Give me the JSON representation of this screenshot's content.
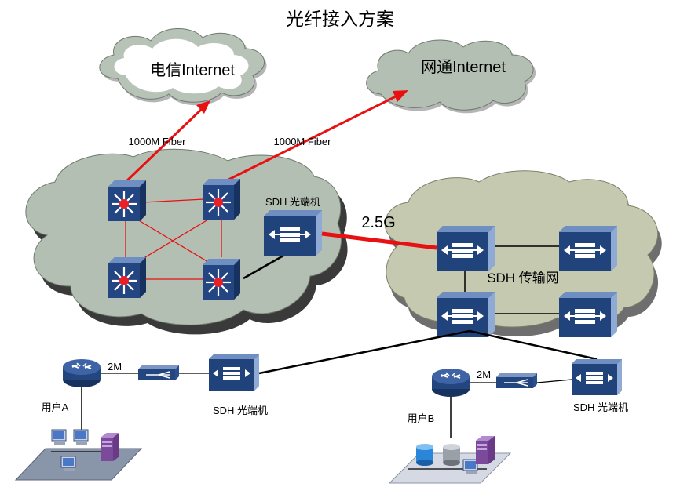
{
  "title": "光纤接入方案",
  "clouds": {
    "telecom": "电信Internet",
    "netcom": "网通Internet"
  },
  "links": {
    "fiber_left": "1000M Fiber",
    "fiber_right": "1000M Fiber",
    "sdh_link": "2.5G",
    "user_a_rate": "2M",
    "user_b_rate": "2M"
  },
  "devices": {
    "sdh_core": "SDH 光端机",
    "sdh_user_a": "SDH 光端机",
    "sdh_user_b": "SDH 光端机"
  },
  "networks": {
    "sdh_transport": "SDH 传输网"
  },
  "users": {
    "a": "用户A",
    "b": "用户B"
  },
  "colors": {
    "cloud_fill": "#b4bfb4",
    "device_blue": "#1f3f7a",
    "red_link": "#e81010",
    "black_link": "#000000"
  }
}
